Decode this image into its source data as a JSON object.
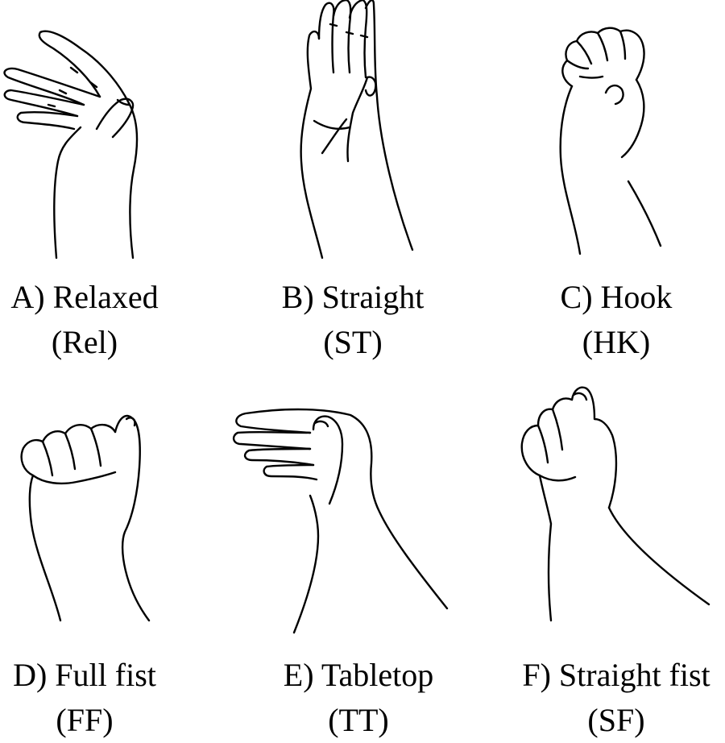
{
  "panels": [
    {
      "id": "a",
      "label": "A) Relaxed",
      "abbrev": "(Rel)",
      "icon": "relaxed-hand-icon"
    },
    {
      "id": "b",
      "label": "B) Straight",
      "abbrev": "(ST)",
      "icon": "straight-hand-icon"
    },
    {
      "id": "c",
      "label": "C) Hook",
      "abbrev": "(HK)",
      "icon": "hook-hand-icon"
    },
    {
      "id": "d",
      "label": "D) Full fist",
      "abbrev": "(FF)",
      "icon": "full-fist-hand-icon"
    },
    {
      "id": "e",
      "label": "E) Tabletop",
      "abbrev": "(TT)",
      "icon": "tabletop-hand-icon"
    },
    {
      "id": "f",
      "label": "F) Straight fist",
      "abbrev": "(SF)",
      "icon": "straight-fist-hand-icon"
    }
  ]
}
